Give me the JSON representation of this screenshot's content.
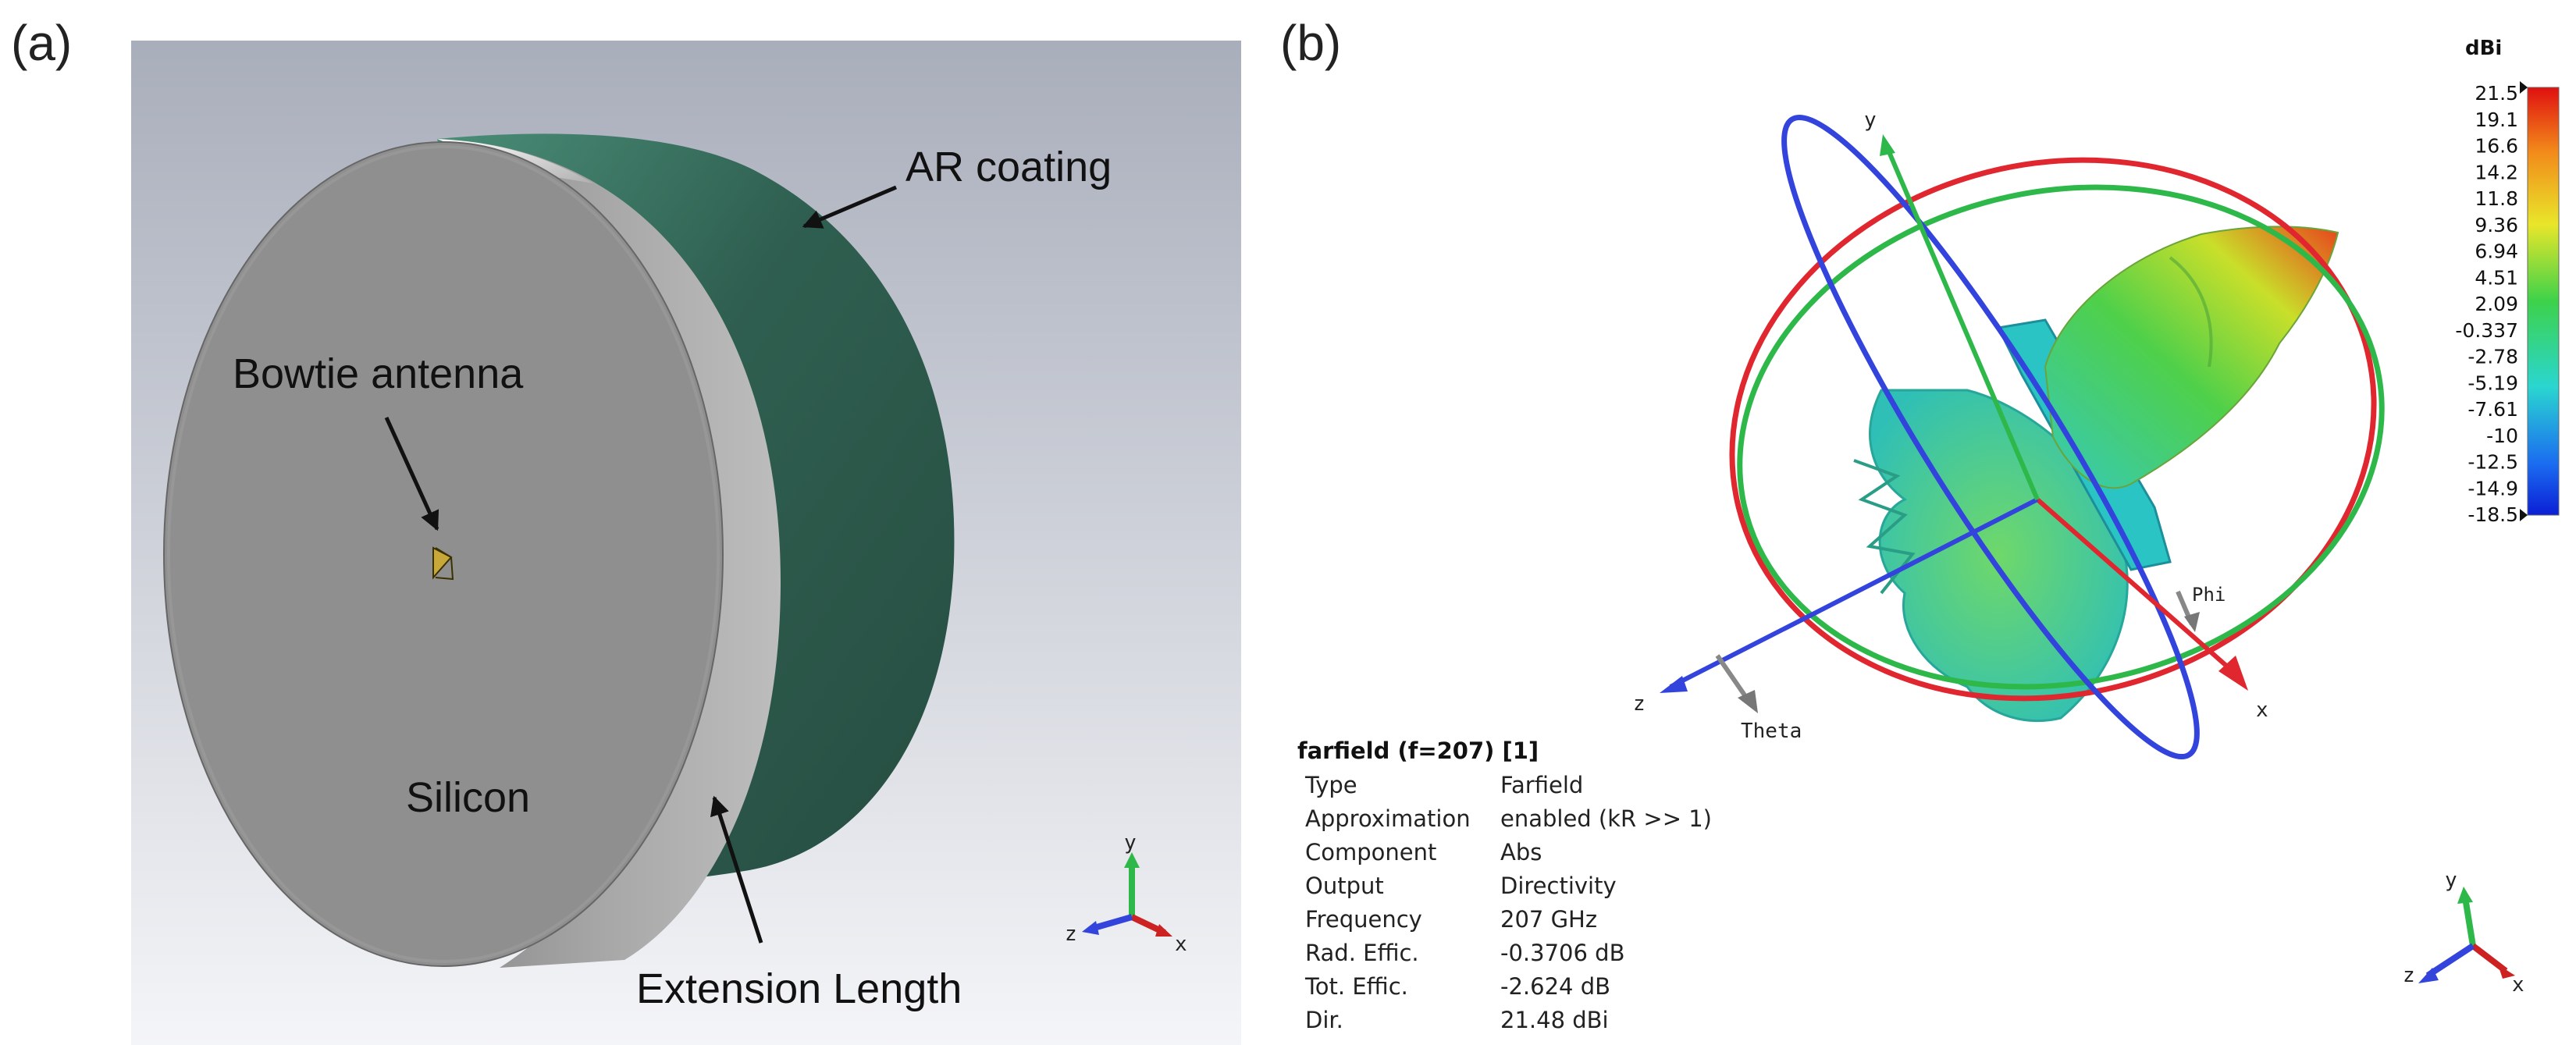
{
  "panels": {
    "a": {
      "label": "(a)",
      "callouts": {
        "ar_coating": "AR coating",
        "bowtie": "Bowtie antenna",
        "silicon": "Silicon",
        "extension": "Extension Length"
      },
      "axes": {
        "x": "x",
        "y": "y",
        "z": "z"
      },
      "colors": {
        "silicon": "#8f8f8f",
        "coating": "#2e5a4b",
        "background": "#b5bac6"
      }
    },
    "b": {
      "label": "(b)",
      "axis_labels": {
        "x": "x",
        "y": "y",
        "z": "z",
        "theta": "Theta",
        "phi": "Phi"
      },
      "colorbar": {
        "unit": "dBi",
        "ticks": [
          "21.5",
          "19.1",
          "16.6",
          "14.2",
          "11.8",
          "9.36",
          "6.94",
          "4.51",
          "2.09",
          "-0.337",
          "-2.78",
          "-5.19",
          "-7.61",
          "-10",
          "-12.5",
          "-14.9",
          "-18.5"
        ]
      },
      "info": {
        "title": "farfield (f=207) [1]",
        "rows": [
          {
            "key": "Type",
            "value": "Farfield"
          },
          {
            "key": "Approximation",
            "value": "enabled (kR >> 1)"
          },
          {
            "key": "Component",
            "value": "Abs"
          },
          {
            "key": "Output",
            "value": "Directivity"
          },
          {
            "key": "Frequency",
            "value": "207 GHz"
          },
          {
            "key": "Rad. Effic.",
            "value": "-0.3706 dB"
          },
          {
            "key": "Tot. Effic.",
            "value": "-2.624 dB"
          },
          {
            "key": "Dir.",
            "value": "21.48 dBi"
          }
        ]
      },
      "axes": {
        "x": "x",
        "y": "y",
        "z": "z"
      },
      "colors": {
        "ring_x": "#e0262e",
        "ring_y": "#2eb84a",
        "ring_z": "#3344dd"
      }
    }
  }
}
